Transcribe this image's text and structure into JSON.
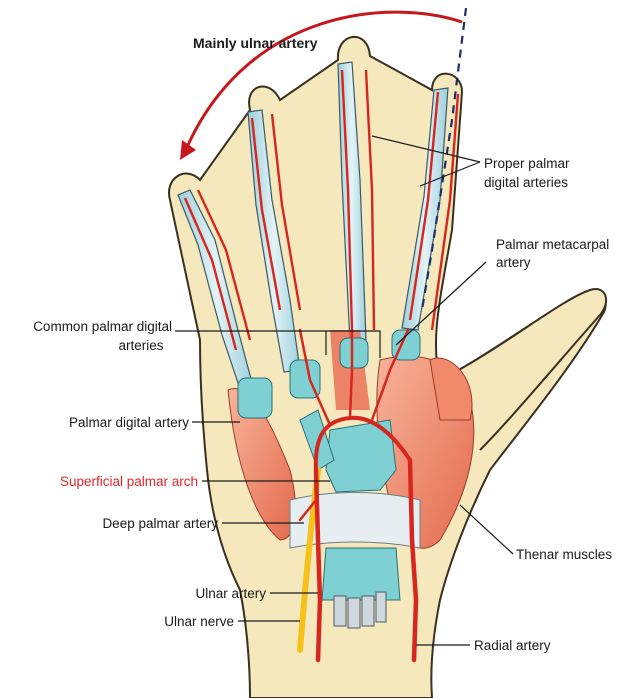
{
  "labels": {
    "top_arc": "Mainly ulnar artery",
    "proper_palmar_1": "Proper palmar",
    "proper_palmar_2": "digital arteries",
    "palmar_metacarpal_1": "Palmar metacarpal",
    "palmar_metacarpal_2": "artery",
    "common_palmar_1": "Common palmar digital",
    "common_palmar_2": "arteries",
    "palmar_digital_artery": "Palmar digital artery",
    "superficial_palmar_arch": "Superficial palmar arch",
    "deep_palmar_artery": "Deep palmar artery",
    "thenar_muscles": "Thenar muscles",
    "ulnar_artery": "Ulnar artery",
    "ulnar_nerve": "Ulnar nerve",
    "radial_artery": "Radial artery"
  },
  "colors": {
    "skin": "#f6e8bd",
    "skin_outline": "#3a3020",
    "tendon": "#bfe2ea",
    "sheath": "#7fd0d2",
    "muscle": "#f0896b",
    "artery": "#d7261e",
    "nerve": "#f4c21a",
    "label_red": "#e0252b"
  }
}
